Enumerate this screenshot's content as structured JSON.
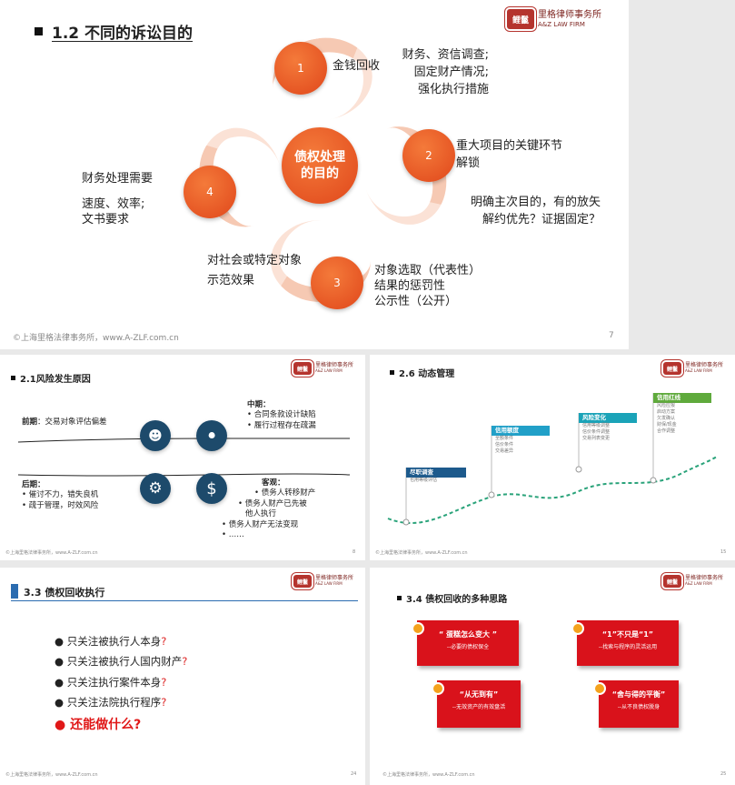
{
  "logo": {
    "mark": "鲤鬣",
    "cn": "里格律师事务所",
    "en": "A&Z LAW FIRM"
  },
  "footer": "©上海里格法律事务所，www.A-ZLF.com.cn",
  "slide1": {
    "title": "1.2  不同的诉讼目的",
    "center": [
      "债权处理",
      "的目的"
    ],
    "n1": "1",
    "n2": "2",
    "n3": "3",
    "n4": "4",
    "c1_label": "金钱回收",
    "c1_notes": [
      "财务、资信调查;",
      "固定财产情况;",
      "强化执行措施"
    ],
    "c2_label": [
      "重大项目的关键环节",
      "解锁"
    ],
    "c2_notes": [
      "明确主次目的，有的放矢",
      "解约优先？证据固定？"
    ],
    "c3_left": [
      "对社会或特定对象",
      "示范效果"
    ],
    "c3_right": [
      "对象选取（代表性）",
      "结果的惩罚性",
      "公示性（公开）"
    ],
    "c4_notes": [
      "财务处理需要",
      "",
      "速度、效率;",
      "文书要求"
    ],
    "page": "7"
  },
  "slide2": {
    "title": "2.1风险发生原因",
    "early_label": "前期",
    "early_text": "：交易对象评估偏差",
    "mid_label": "中期",
    "mid_items": [
      "合同条款设计缺陷",
      "履行过程存在疏漏"
    ],
    "late_label": "后期",
    "late_items": [
      "催讨不力，错失良机",
      "疏于管理，时效风险"
    ],
    "obj_label": "客观",
    "obj_items": [
      "债务人转移财产",
      "债务人财产已先被",
      "他人执行",
      "债务人财产无法变现",
      "……"
    ],
    "page": "8"
  },
  "slide3": {
    "title": "2.6 动态管理",
    "flags": [
      {
        "label": "尽职调查",
        "lines": [
          "也用等级评估"
        ]
      },
      {
        "label": "信用额度",
        "lines": [
          "全额条件",
          "信价条件",
          "交易差异"
        ]
      },
      {
        "label": "风险变化",
        "lines": [
          "信用等级调整",
          "信价条件调整",
          "交易列表变更"
        ]
      },
      {
        "label": "信用红线",
        "lines": [
          "风险应报",
          "启动方案",
          "欠发确认",
          "财保/现金",
          "合作调整"
        ]
      }
    ],
    "page": "15"
  },
  "slide4": {
    "title": "3.3 债权回收执行",
    "items": [
      "只关注被执行人本身",
      "只关注被执行人国内财产",
      "只关注执行案件本身",
      "只关注法院执行程序"
    ],
    "q": "?",
    "final": "还能做什么?",
    "page": "24"
  },
  "slide5": {
    "title": "3.4 债权回收的多种思路",
    "cards": [
      {
        "head": "“ 蛋糕怎么变大 ”",
        "sub": "--必要的债权保全"
      },
      {
        "head": "“1”不只是“1”",
        "sub": "--找索与程序的灵活运用"
      },
      {
        "head": "“从无到有”",
        "sub": "--无效资产的有效盘活"
      },
      {
        "head": "“舍与得的平衡”",
        "sub": "--从不良债权脱身"
      }
    ],
    "page": "25"
  }
}
